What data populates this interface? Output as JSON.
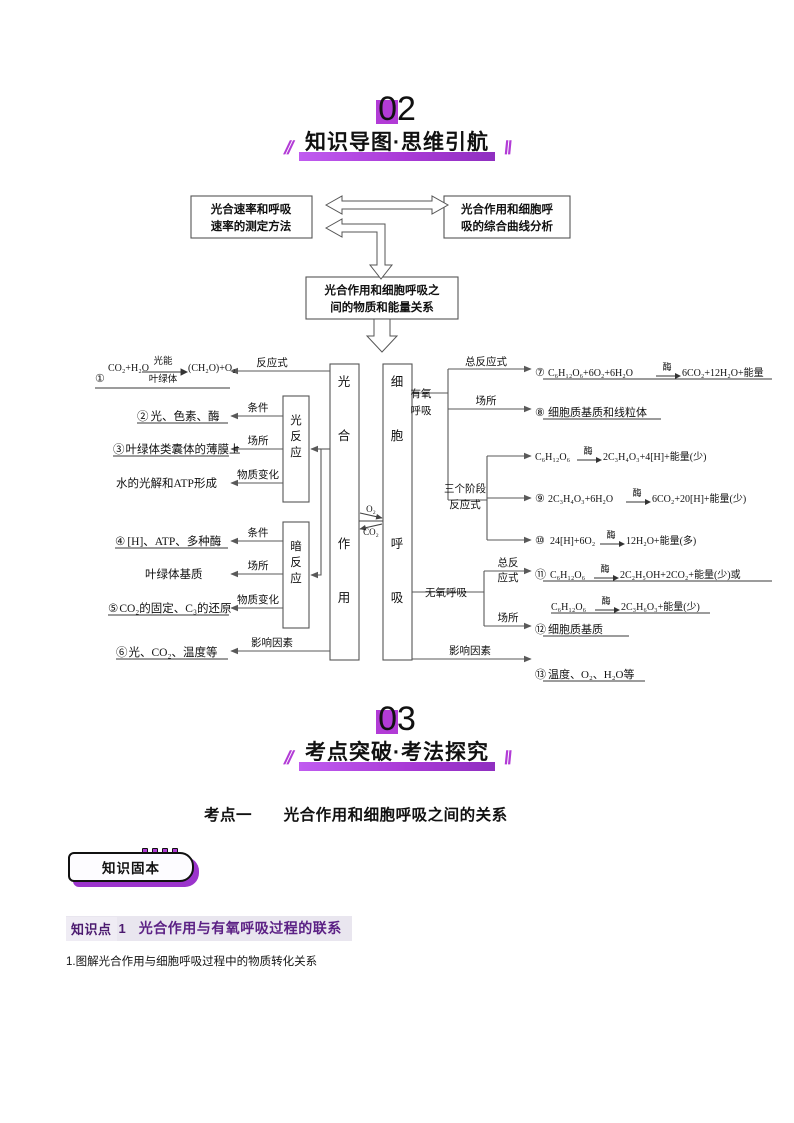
{
  "sections": [
    {
      "number": "02",
      "title": "知识导图·思维引航",
      "slash_left": "//",
      "slash_right": "\\\\"
    },
    {
      "number": "03",
      "title": "考点突破·考法探究",
      "slash_left": "//",
      "slash_right": "\\\\"
    }
  ],
  "diagram": {
    "top_boxes": {
      "left": "光合速率和呼吸\n速率的测定方法",
      "left_l1": "光合速率和呼吸",
      "left_l2": "速率的测定方法",
      "right_l1": "光合作用和细胞呼",
      "right_l2": "吸的综合曲线分析",
      "center_l1": "光合作用和细胞呼吸之",
      "center_l2": "间的物质和能量关系"
    },
    "spine": {
      "photosynthesis": "光合作用",
      "respiration": "细胞呼吸",
      "light_reaction": "光反应",
      "dark_reaction": "暗反应",
      "gas_up": "O₂",
      "gas_down": "CO₂"
    },
    "left_branch": [
      {
        "id": "①",
        "edge": "反应式",
        "text": "CO₂+H₂O ——光能/叶绿体→ (CH₂O)+O₂",
        "formula": {
          "lhs": "CO₂+H₂O",
          "above": "光能",
          "below": "叶绿体",
          "rhs": "(CH₂O)+O₂"
        }
      },
      {
        "id": "②",
        "edge": "条件",
        "text": "光、色素、酶"
      },
      {
        "id": "③",
        "edge": "场所",
        "text": "叶绿体类囊体的薄膜上"
      },
      {
        "id": "",
        "edge": "物质变化",
        "text": "水的光解和ATP形成"
      },
      {
        "id": "④",
        "edge": "条件",
        "text": "[H]、ATP、多种酶"
      },
      {
        "id": "",
        "edge": "场所",
        "text": "叶绿体基质"
      },
      {
        "id": "⑤",
        "edge": "物质变化",
        "text": "CO₂的固定、C₃的还原"
      },
      {
        "id": "⑥",
        "edge": "影响因素",
        "text": "光、CO₂、温度等"
      }
    ],
    "right_branch": {
      "aerobic_label_l1": "有氧",
      "aerobic_label_l2": "呼吸",
      "anaerobic_label": "无氧呼吸",
      "stages_label_l1": "三个阶段",
      "stages_label_l2": "反应式",
      "total_eq_label": "总反应式",
      "site_label": "场所",
      "total_eq_label_l1": "总反",
      "total_eq_label_l2": "应式",
      "influence_label": "影响因素",
      "items": [
        {
          "id": "⑦",
          "edge": "总反应式",
          "lhs": "C₆H₁₂O₆+6O₂+6H₂O",
          "enzyme": "酶",
          "rhs": "6CO₂+12H₂O+能量"
        },
        {
          "id": "⑧",
          "edge": "场所",
          "plain": "细胞质基质和线粒体"
        },
        {
          "id": "",
          "edge": "",
          "lhs": "C₆H₁₂O₆",
          "enzyme": "酶",
          "rhs": "2C₃H₄O₃+4[H]+能量(少)"
        },
        {
          "id": "⑨",
          "edge": "",
          "lhs": "2C₃H₄O₃+6H₂O",
          "enzyme": "酶",
          "rhs": "6CO₂+20[H]+能量(少)"
        },
        {
          "id": "⑩",
          "edge": "",
          "lhs": "24[H]+6O₂",
          "enzyme": "酶",
          "rhs": "12H₂O+能量(多)"
        },
        {
          "id": "⑪",
          "edge": "总反应式",
          "lhs": "C₆H₁₂O₆",
          "enzyme": "酶",
          "rhs": "2C₂H₅OH+2CO₂+能量(少)或"
        },
        {
          "id": "",
          "edge": "",
          "lhs": "C₆H₁₂O₆",
          "enzyme": "酶",
          "rhs": "2C₃H₆O₃+能量(少)"
        },
        {
          "id": "⑫",
          "edge": "场所",
          "plain": "细胞质基质"
        },
        {
          "id": "⑬",
          "edge": "影响因素",
          "plain": "温度、O₂、H₂O等"
        }
      ]
    }
  },
  "kaodian": {
    "label": "考点一",
    "title": "光合作用和细胞呼吸之间的关系"
  },
  "tab": {
    "label": "知识固本"
  },
  "zhishidian": {
    "tag": "知识点",
    "num": "1",
    "title": "光合作用与有氧呼吸过程的联系"
  },
  "paragraph": "1.图解光合作用与细胞呼吸过程中的物质转化关系",
  "colors": {
    "accent_purple": "#b23bd6",
    "deep_purple": "#5c2185",
    "bar_gradient_start": "#c05cf0",
    "bar_gradient_end": "#8f2fc0",
    "diagram_line": "#595959"
  }
}
